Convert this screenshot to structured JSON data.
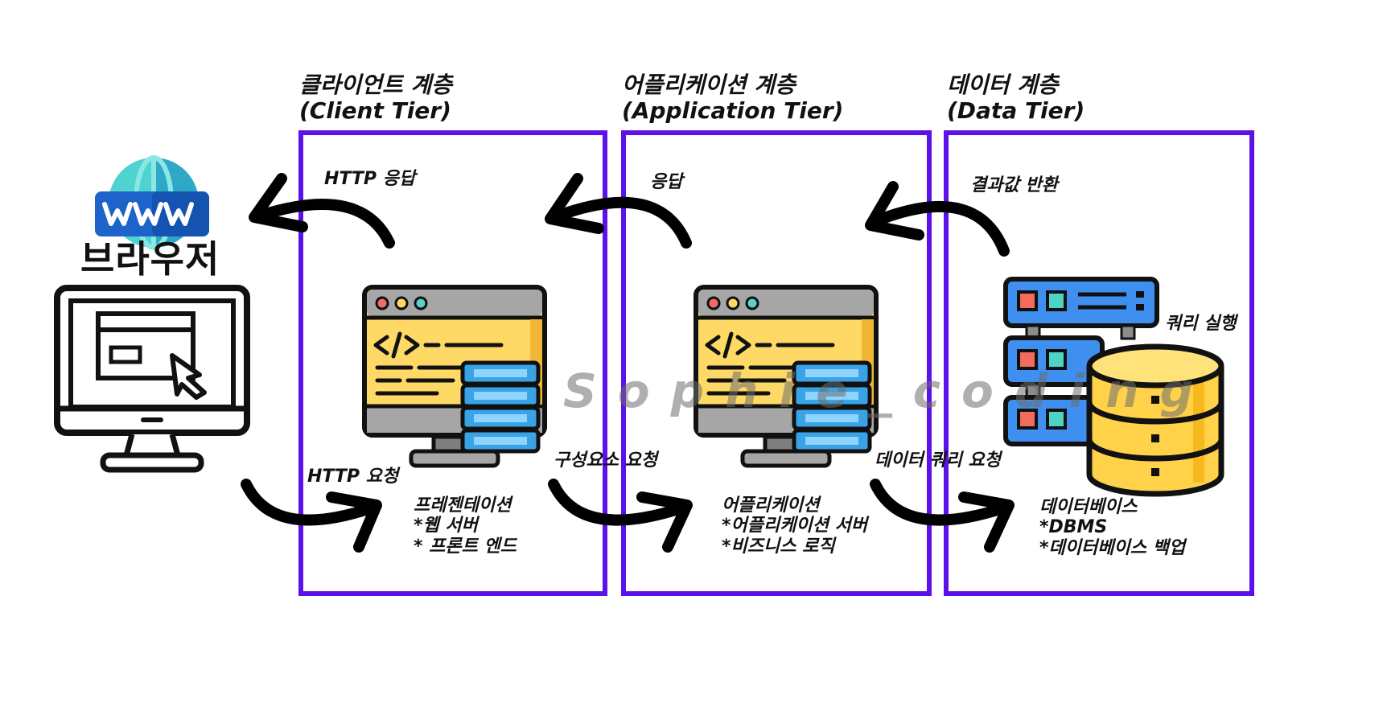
{
  "tiers": [
    {
      "title_ko": "클라이언트 계층",
      "title_en": "(Client Tier)",
      "color": "#5b12e8"
    },
    {
      "title_ko": "어플리케이션 계층",
      "title_en": "(Application Tier)",
      "color": "#5b12e8"
    },
    {
      "title_ko": "데이터 계층",
      "title_en": "(Data Tier)",
      "color": "#5b12e8"
    }
  ],
  "browser": {
    "label": "브라우저",
    "www": "www"
  },
  "arrows": {
    "http_response": "HTTP 응답",
    "response": "응답",
    "return_result": "결과값 반환",
    "http_request": "HTTP 요청",
    "component_request": "구성요소 요청",
    "data_query_request": "데이터 쿼리 요청",
    "run_query": "쿼리 실행"
  },
  "descriptions": {
    "presentation": [
      "프레젠테이션",
      "*웹 서버",
      "* 프론트 엔드"
    ],
    "application": [
      "어플리케이션",
      "*어플리케이션 서버",
      "*비즈니스 로직"
    ],
    "database": [
      "데이터베이스",
      "*DBMS",
      "*데이터베이스 백업"
    ]
  },
  "watermark": "Sophie_coding"
}
